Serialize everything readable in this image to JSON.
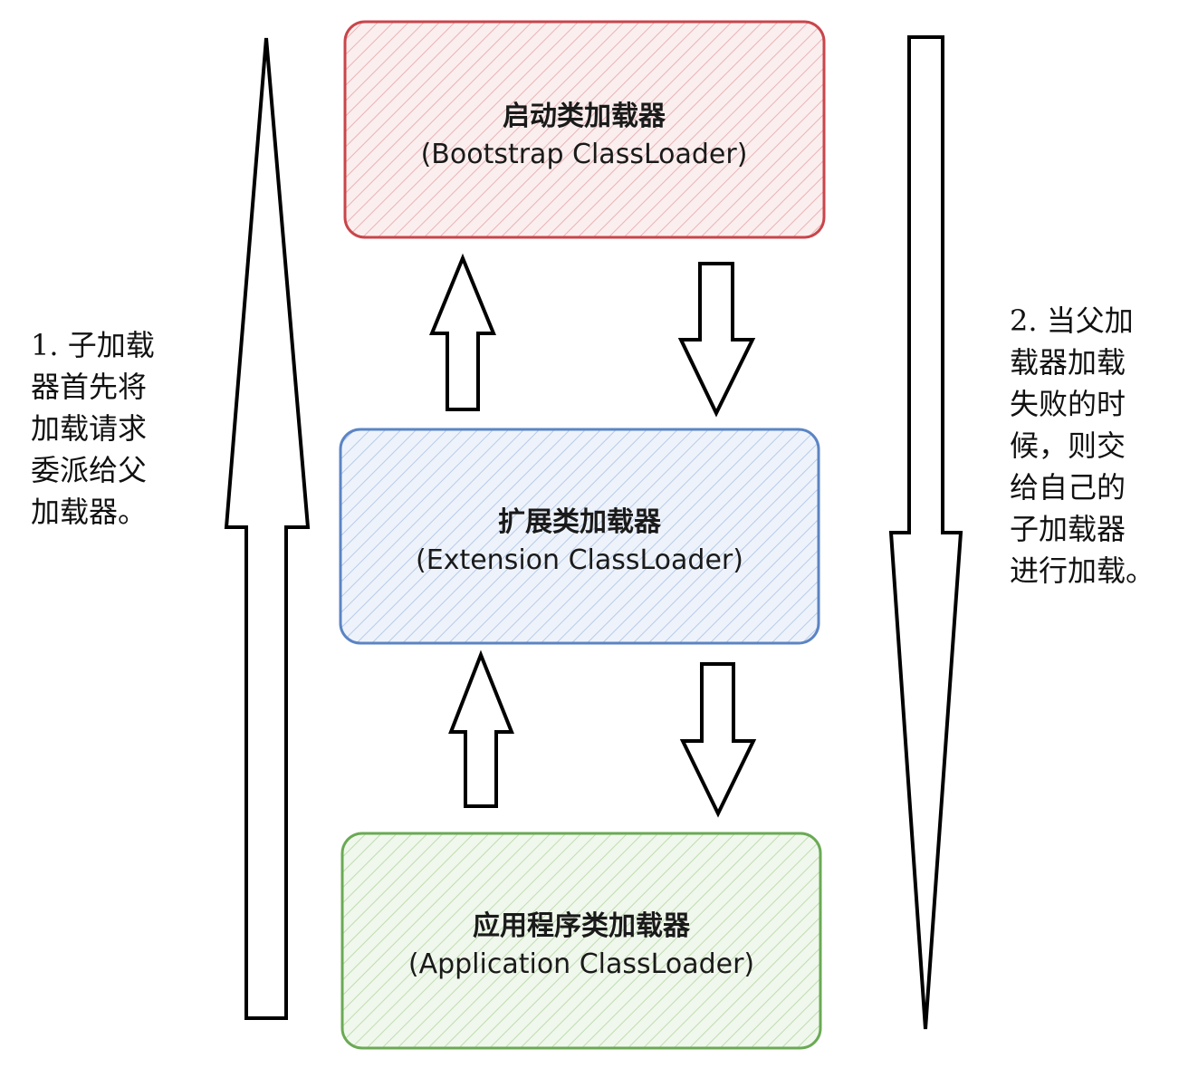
{
  "colors": {
    "bootstrap_stroke": "#c9454b",
    "bootstrap_fill": "#f6dcdc",
    "extension_stroke": "#5b84c4",
    "extension_fill": "#dce6f5",
    "application_stroke": "#6aaa54",
    "application_fill": "#e2f0da",
    "arrow_stroke": "#000000"
  },
  "boxes": {
    "bootstrap": {
      "title": "启动类加载器",
      "subtitle": "(Bootstrap ClassLoader)"
    },
    "extension": {
      "title": "扩展类加载器",
      "subtitle": "(Extension ClassLoader)"
    },
    "application": {
      "title": "应用程序类加载器",
      "subtitle": "(Application ClassLoader)"
    }
  },
  "notes": {
    "left": [
      "1. 子加载",
      "器首先将",
      "加载请求",
      "委派给父",
      "加载器。"
    ],
    "right": [
      "2. 当父加",
      "载器加载",
      "失败的时",
      "候，则交",
      "给自己的",
      "子加载器",
      "进行加载。"
    ]
  }
}
